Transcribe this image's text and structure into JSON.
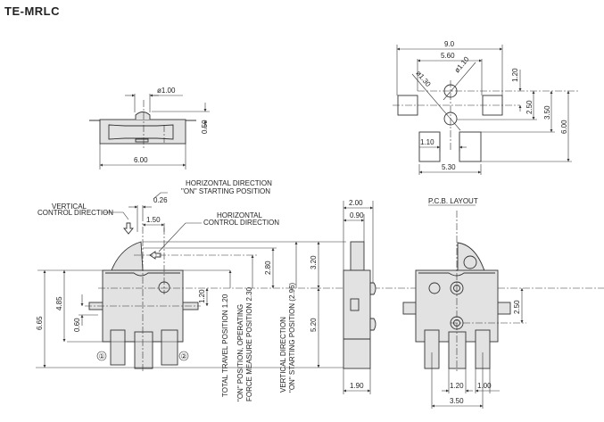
{
  "title": "TE-MRLC",
  "top_view": {
    "dia": "ø1.00",
    "height": "0.50",
    "width": "6.00"
  },
  "pcb": {
    "label": "P.C.B. LAYOUT",
    "w1": "9.0",
    "w2": "5.60",
    "d1": "ø1.30",
    "d2": "ø1.10",
    "h1": "1.20",
    "h2": "2.50",
    "h3": "3.50",
    "h4": "6.00",
    "pad": "1.10",
    "w3": "5.30"
  },
  "front": {
    "h_dir1": "HORIZONTAL DIRECTION",
    "h_dir2": "\"ON\" STARTING POSITION",
    "v_ctrl1": "VERTICAL",
    "v_ctrl2": "CONTROL DIRECTION",
    "h_ctrl1": "HORIZONTAL",
    "h_ctrl2": "CONTROL DIRECTION",
    "d026": "0.26",
    "d150": "1.50",
    "d665": "6.65",
    "d485": "4.85",
    "d060": "0.60",
    "d120": "1.20",
    "d280": "2.80",
    "d320": "3.20",
    "d520": "5.20",
    "total": "TOTAL TRAVEL POSITION 1.20",
    "on1": "\"ON\" POSITION, OPERATING",
    "on2": "FORCE MEASURE POSITION 2.30",
    "vd1": "VERTICAL DIRECTION",
    "vd2": "\"ON\" STARTING POSITION (2.96)",
    "t1": "①",
    "t2": "②"
  },
  "side": {
    "w": "2.00",
    "pin": "0.90",
    "base": "1.90"
  },
  "rear": {
    "a": "1.20",
    "b": "1.00",
    "c": "3.50",
    "h": "2.50"
  }
}
